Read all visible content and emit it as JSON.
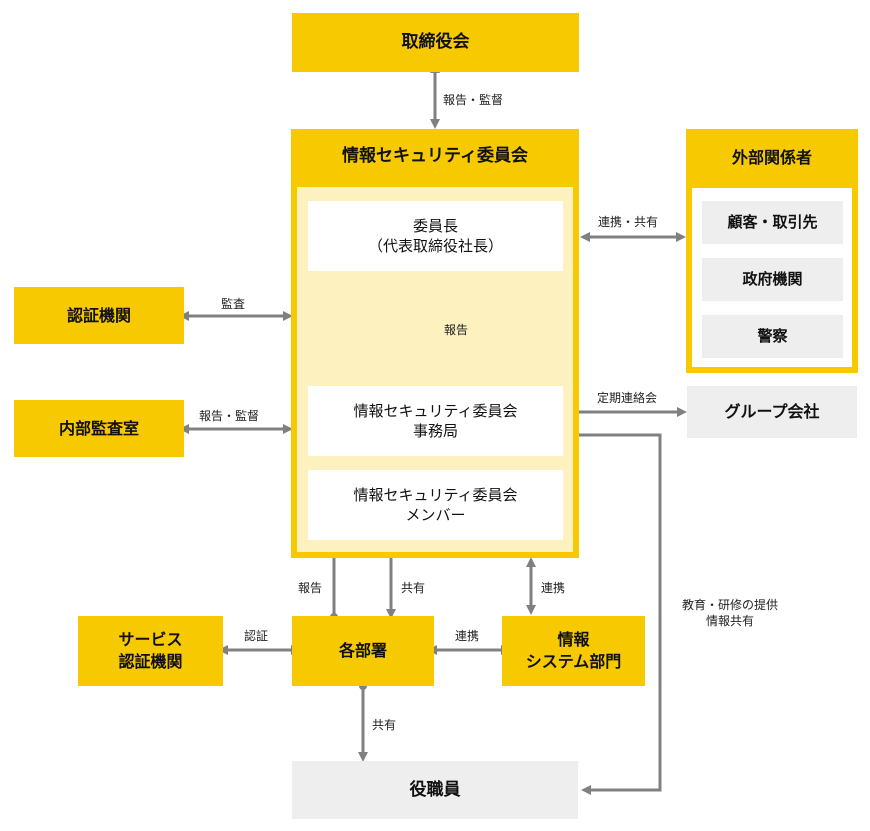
{
  "nodes": {
    "board": "取締役会",
    "committee": "情報セキュリティ委員会",
    "chairman": "委員長",
    "chairman_sub": "（代表取締役社長）",
    "secretariat_line1": "情報セキュリティ委員会",
    "secretariat_line2": "事務局",
    "members_line1": "情報セキュリティ委員会",
    "members_line2": "メンバー",
    "external": "外部関係者",
    "external_items": [
      "顧客・取引先",
      "政府機関",
      "警察"
    ],
    "cert_body": "認証機関",
    "internal_audit": "内部監査室",
    "group": "グループ会社",
    "service_cert_line1": "サービス",
    "service_cert_line2": "認証機関",
    "departments": "各部署",
    "it_line1": "情報",
    "it_line2": "システム部門",
    "officers": "役職員"
  },
  "edge_labels": {
    "board_committee": "報告・監督",
    "committee_external": "連携・共有",
    "chairman_secretariat": "報告",
    "cert_audit": "監査",
    "internal_audit": "報告・監督",
    "group_meeting": "定期連絡会",
    "education_line1": "教育・研修の提供",
    "education_line2": "情報共有",
    "dept_report": "報告",
    "dept_share": "共有",
    "committee_it": "連携",
    "service_cert": "認証",
    "dept_it": "連携",
    "dept_officers": "共有"
  },
  "colors": {
    "accent_yellow": "#f7c900",
    "pale_yellow": "#fdf1bf",
    "gray_box": "#eeeeee",
    "arrow_gray": "#808080"
  }
}
